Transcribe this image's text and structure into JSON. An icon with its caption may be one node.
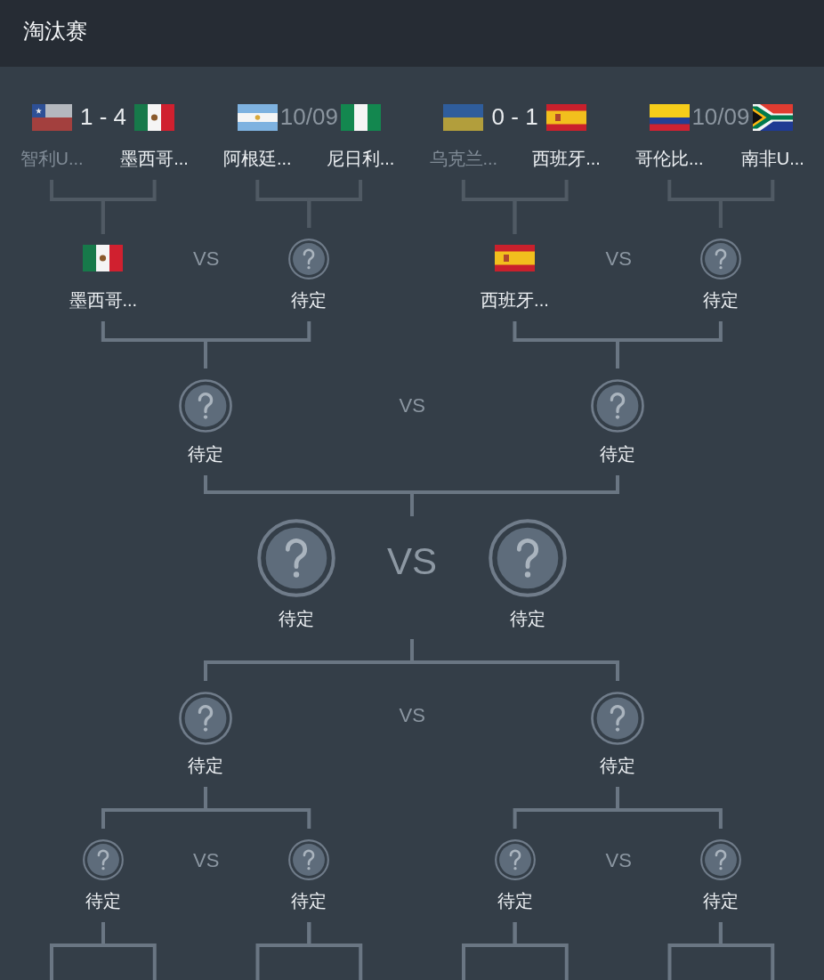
{
  "diagram": {
    "title": "淘汰赛",
    "nodes": [
      {
        "text": [
          "智利U..."
        ]
      },
      {
        "text": [
          "墨西哥..."
        ]
      },
      {
        "text": [
          "阿根廷..."
        ]
      },
      {
        "text": [
          "尼日利..."
        ]
      },
      {
        "text": [
          "乌克兰..."
        ]
      },
      {
        "text": [
          "西班牙..."
        ]
      },
      {
        "text": [
          "哥伦比..."
        ]
      },
      {
        "text": [
          "南非U..."
        ]
      },
      {
        "text": [
          "墨西哥..."
        ]
      },
      {
        "text": [
          "待定"
        ]
      },
      {
        "text": [
          "西班牙..."
        ]
      },
      {
        "text": [
          "待定"
        ]
      },
      {
        "text": [
          "待定"
        ]
      },
      {
        "text": [
          "待定"
        ]
      },
      {
        "text": [
          "待定"
        ]
      },
      {
        "text": [
          "待定"
        ]
      },
      {
        "text": [
          "待定"
        ]
      },
      {
        "text": [
          "待定"
        ]
      },
      {
        "text": [
          "待定"
        ]
      },
      {
        "text": [
          "待定"
        ]
      },
      {
        "text": [
          "待定"
        ]
      },
      {
        "text": [
          "待定"
        ]
      }
    ],
    "edges": [
      {
        "from": 0,
        "to": 8,
        "arrow": "none",
        "color": "#505a64"
      },
      {
        "from": 1,
        "to": 8,
        "arrow": "none",
        "color": "#505a64"
      },
      {
        "from": 2,
        "to": 9,
        "arrow": "none",
        "color": "#505a64"
      },
      {
        "from": 3,
        "to": 9,
        "arrow": "none",
        "color": "#505a64"
      },
      {
        "from": 4,
        "to": 10,
        "arrow": "none",
        "color": "#505a64"
      },
      {
        "from": 5,
        "to": 10,
        "arrow": "none",
        "color": "#505a64"
      },
      {
        "from": 6,
        "to": 11,
        "arrow": "none",
        "color": "#505a64"
      },
      {
        "from": 7,
        "to": 11,
        "arrow": "none",
        "color": "#505a64"
      },
      {
        "from": 8,
        "to": 12,
        "arrow": "none"
      },
      {
        "from": 9,
        "to": 12,
        "arrow": "none"
      },
      {
        "from": 10,
        "to": 13,
        "arrow": "none"
      },
      {
        "from": 11,
        "to": 13,
        "arrow": "none"
      },
      {
        "from": 12,
        "to": null,
        "arrow": "none"
      },
      {
        "from": 13,
        "to": null,
        "arrow": "none"
      },
      {
        "from": 16,
        "to": null,
        "arrow": "none"
      },
      {
        "from": 17,
        "to": null,
        "arrow": "none"
      },
      {
        "from": 18,
        "to": 16,
        "arrow": "none"
      },
      {
        "from": 19,
        "to": 16,
        "arrow": "none"
      },
      {
        "from": 20,
        "to": 17,
        "arrow": "none"
      },
      {
        "from": 21,
        "to": 17,
        "arrow": "none"
      },
      {
        "from": null,
        "to": 18,
        "arrow": "none"
      },
      {
        "from": null,
        "to": 18,
        "arrow": "none"
      },
      {
        "from": null,
        "to": 19,
        "arrow": "none"
      },
      {
        "from": null,
        "to": 19,
        "arrow": "none"
      },
      {
        "from": null,
        "to": 20,
        "arrow": "none"
      },
      {
        "from": null,
        "to": 20,
        "arrow": "none"
      },
      {
        "from": null,
        "to": 21,
        "arrow": "none"
      },
      {
        "from": null,
        "to": 21,
        "arrow": "none"
      }
    ],
    "labels": [
      "1 - 4",
      "10/09",
      "0 - 1",
      "10/09",
      "VS",
      "VS",
      "VS",
      "VS",
      "VS",
      "VS",
      "VS"
    ]
  }
}
